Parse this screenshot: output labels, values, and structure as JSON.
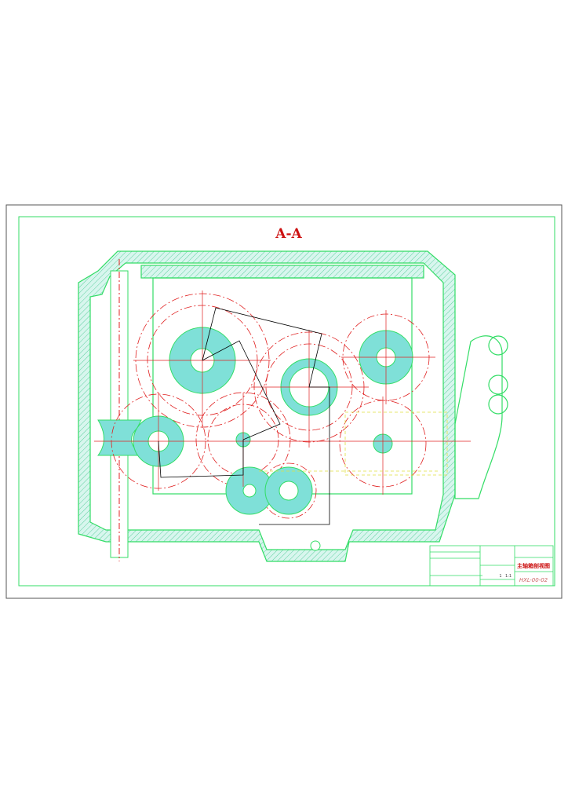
{
  "drawing": {
    "section_label": "A-A",
    "title_block": {
      "drawing_title": "主轴箱剖视图",
      "drawing_number": "HXL-00-02",
      "scale": "1:1",
      "quantity": "1"
    }
  },
  "colors": {
    "outline": "#33dd66",
    "hatch_fill": "#7fe0d8",
    "center_line": "#e02020",
    "hidden_line": "#e0e040",
    "dimension": "#000000",
    "title_text": "#cc1111"
  }
}
